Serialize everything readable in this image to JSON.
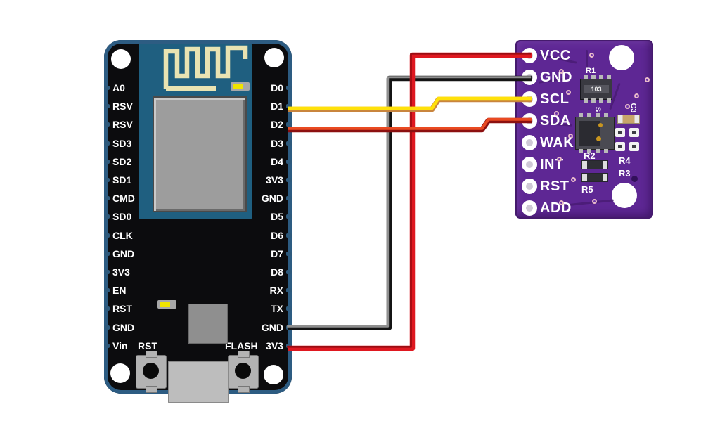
{
  "colors": {
    "background": "#ffffff",
    "mcu_board": "#0c0c0e",
    "mcu_border": "#2d5c82",
    "esp_module": "#1f5f80",
    "antenna": "#e9e3b2",
    "shield": "#9d9d9d",
    "sensor_board": "#5e2794",
    "wire_yellow": "#ffe10a",
    "wire_yellow_shadow": "#c9853e",
    "wire_red": "#df1820",
    "wire_red_shadow": "#9a0d12",
    "wire_dark_red": "#8c1010",
    "wire_dark_red_top": "#e94a22",
    "wire_black": "#141414",
    "wire_black_highlight": "#8f8f8f",
    "led_yellow": "#f0e400"
  },
  "nodemcu": {
    "left_pins": [
      "A0",
      "RSV",
      "RSV",
      "SD3",
      "SD2",
      "SD1",
      "CMD",
      "SD0",
      "CLK",
      "GND",
      "3V3",
      "EN",
      "RST",
      "GND",
      "Vin"
    ],
    "right_pins": [
      "D0",
      "D1",
      "D2",
      "D3",
      "D4",
      "3V3",
      "GND",
      "D5",
      "D6",
      "D7",
      "D8",
      "RX",
      "TX",
      "GND",
      "3V3"
    ],
    "rst_button_label": "RST",
    "flash_button_label": "FLASH"
  },
  "sensor": {
    "pins": [
      "VCC",
      "GND",
      "SCL",
      "SDA",
      "WAK",
      "INT",
      "RST",
      "ADD"
    ],
    "silkscreen": {
      "r1": "R1",
      "r1_value": "103",
      "r2": "R2",
      "r4": "R4",
      "r3": "R3",
      "r5": "R5",
      "c": "C3",
      "s": "S"
    }
  },
  "wires": [
    {
      "name": "scl",
      "color": "yellow",
      "from": "D1",
      "to": "SCL"
    },
    {
      "name": "sda",
      "color": "red",
      "from": "D2",
      "to": "SDA"
    },
    {
      "name": "gnd",
      "color": "black",
      "from": "GND",
      "to": "GND"
    },
    {
      "name": "vcc",
      "color": "red",
      "from": "3V3",
      "to": "VCC"
    }
  ]
}
